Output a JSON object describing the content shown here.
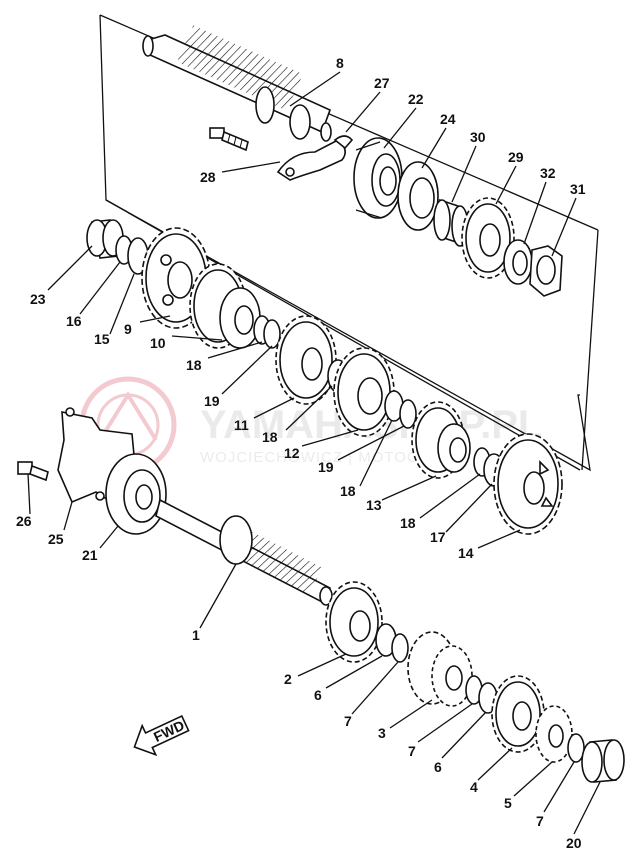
{
  "watermark": {
    "brand": "YAMAHASHOP.PL",
    "sub": "WOJCIECHOWICZ | MOTOCYKLE",
    "color": "#e8a0a8"
  },
  "fwd_label": "FWD",
  "labels": [
    {
      "id": "1",
      "text": "1"
    },
    {
      "id": "2",
      "text": "2"
    },
    {
      "id": "3",
      "text": "3"
    },
    {
      "id": "4",
      "text": "4"
    },
    {
      "id": "5",
      "text": "5"
    },
    {
      "id": "6a",
      "text": "6"
    },
    {
      "id": "6b",
      "text": "6"
    },
    {
      "id": "7a",
      "text": "7"
    },
    {
      "id": "7b",
      "text": "7"
    },
    {
      "id": "7c",
      "text": "7"
    },
    {
      "id": "8",
      "text": "8"
    },
    {
      "id": "9",
      "text": "9"
    },
    {
      "id": "10",
      "text": "10"
    },
    {
      "id": "11",
      "text": "11"
    },
    {
      "id": "12",
      "text": "12"
    },
    {
      "id": "13",
      "text": "13"
    },
    {
      "id": "14",
      "text": "14"
    },
    {
      "id": "15",
      "text": "15"
    },
    {
      "id": "16",
      "text": "16"
    },
    {
      "id": "17",
      "text": "17"
    },
    {
      "id": "18a",
      "text": "18"
    },
    {
      "id": "18b",
      "text": "18"
    },
    {
      "id": "18c",
      "text": "18"
    },
    {
      "id": "18d",
      "text": "18"
    },
    {
      "id": "19a",
      "text": "19"
    },
    {
      "id": "19b",
      "text": "19"
    },
    {
      "id": "20",
      "text": "20"
    },
    {
      "id": "21",
      "text": "21"
    },
    {
      "id": "22",
      "text": "22"
    },
    {
      "id": "23",
      "text": "23"
    },
    {
      "id": "24",
      "text": "24"
    },
    {
      "id": "25",
      "text": "25"
    },
    {
      "id": "26",
      "text": "26"
    },
    {
      "id": "27",
      "text": "27"
    },
    {
      "id": "28",
      "text": "28"
    },
    {
      "id": "29",
      "text": "29"
    },
    {
      "id": "30",
      "text": "30"
    },
    {
      "id": "31",
      "text": "31"
    },
    {
      "id": "32",
      "text": "32"
    }
  ]
}
